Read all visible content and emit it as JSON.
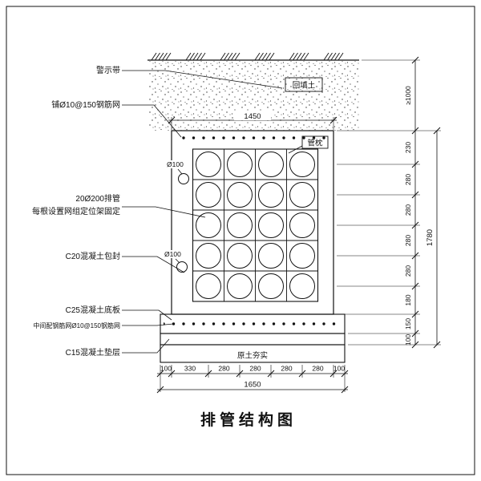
{
  "title": "排管结构图",
  "colors": {
    "ink": "#111111",
    "paper": "#ffffff"
  },
  "callouts": {
    "warning_tape": "警示带",
    "top_mesh": "铺Ø10@150钢筋网",
    "pipes_line1": "20Ø200排管",
    "pipes_line2": "每根设置网组定位架固定",
    "encasement": "C20混凝土包封",
    "base_slab": "C25混凝土底板",
    "slab_mesh": "中间配钢筋网Ø10@150钢筋网",
    "cushion": "C15混凝土垫层",
    "backfill": "回填土",
    "pipe_pillow": "管枕",
    "compacted_soil": "原土夯实",
    "drain_pipe_1": "Ø100",
    "drain_pipe_2": "Ø100"
  },
  "dimensions": {
    "top_width": "1450",
    "right_depth_min": "≥1000",
    "right_segments": [
      "230",
      "280",
      "280",
      "280",
      "280",
      "180",
      "150",
      "100"
    ],
    "right_total": "1780",
    "bottom_segments": [
      "100",
      "330",
      "280",
      "280",
      "280",
      "280",
      "100"
    ],
    "bottom_total": "1650"
  }
}
